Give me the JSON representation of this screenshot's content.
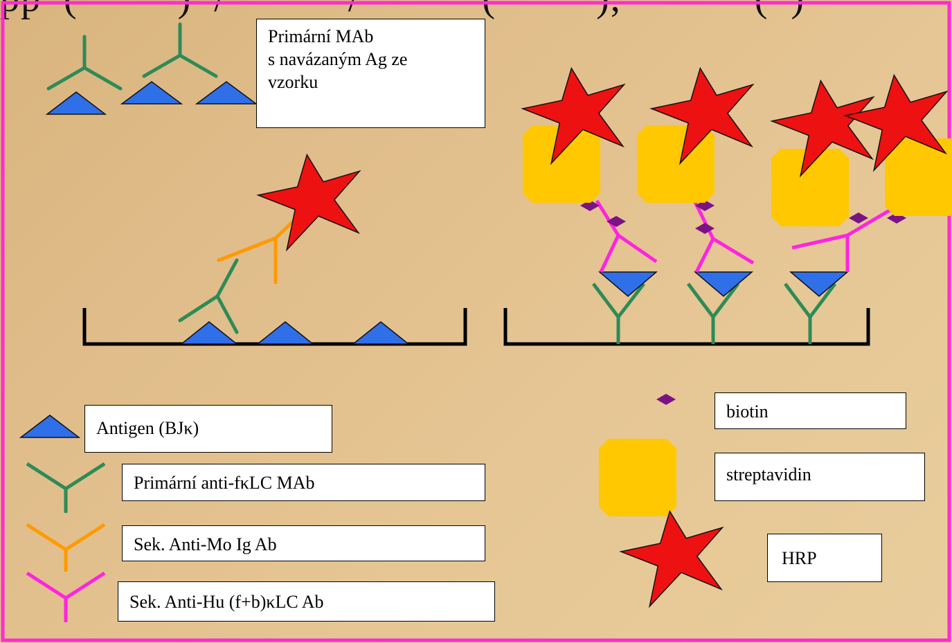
{
  "title_fragment": "pp  (         )  /           /           (         ),            (  )",
  "colors": {
    "frame": "#ff2bd0",
    "antigen": "#2f6fe8",
    "primary_mab": "#2e8b57",
    "secondary_mo": "#ff9a00",
    "secondary_hu": "#ff24e0",
    "biotin": "#7b1285",
    "streptavidin": "#ffc800",
    "hrp": "#ee1111",
    "well": "#000000"
  },
  "labels": {
    "primary_with_ag": [
      "Primární MAb",
      "s navázaným Ag ze",
      "vzorku"
    ]
  },
  "legend": {
    "antigen": "Antigen (BJκ)",
    "primary": "Primární anti-fκLC MAb",
    "sek_mo": "Sek. Anti-Mo Ig Ab",
    "sek_hu": "Sek. Anti-Hu (f+b)κLC Ab",
    "biotin": "biotin",
    "streptavidin": "streptavidin",
    "hrp": "HRP"
  },
  "icons": [
    "antigen-triangle-icon",
    "antibody-y-icon",
    "biotin-diamond-icon",
    "streptavidin-octagon-icon",
    "hrp-star-icon"
  ]
}
